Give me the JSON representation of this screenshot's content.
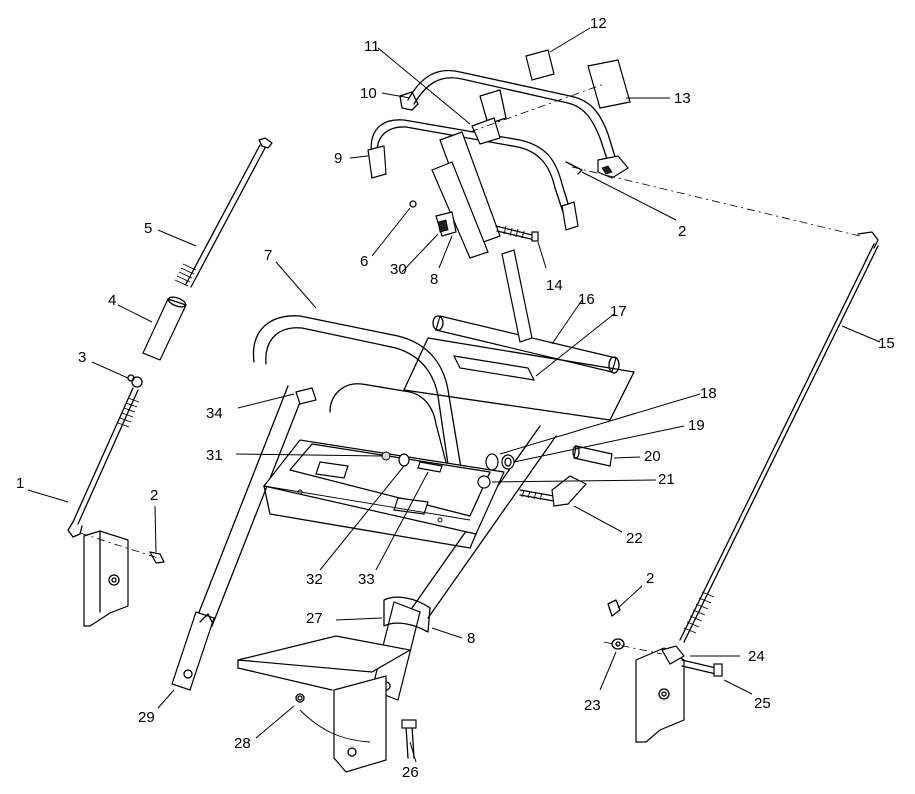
{
  "callouts": {
    "c1": "1",
    "c2a": "2",
    "c2b": "2",
    "c2c": "2",
    "c3": "3",
    "c4": "4",
    "c5": "5",
    "c6": "6",
    "c7": "7",
    "c8a": "8",
    "c8b": "8",
    "c9": "9",
    "c10": "10",
    "c11": "11",
    "c12": "12",
    "c13": "13",
    "c14": "14",
    "c15": "15",
    "c16": "16",
    "c17": "17",
    "c18": "18",
    "c19": "19",
    "c20": "20",
    "c21": "21",
    "c22": "22",
    "c23": "23",
    "c24": "24",
    "c25": "25",
    "c26": "26",
    "c27": "27",
    "c28": "28",
    "c29": "29",
    "c30": "30",
    "c31": "31",
    "c32": "32",
    "c33": "33",
    "c34": "34"
  }
}
